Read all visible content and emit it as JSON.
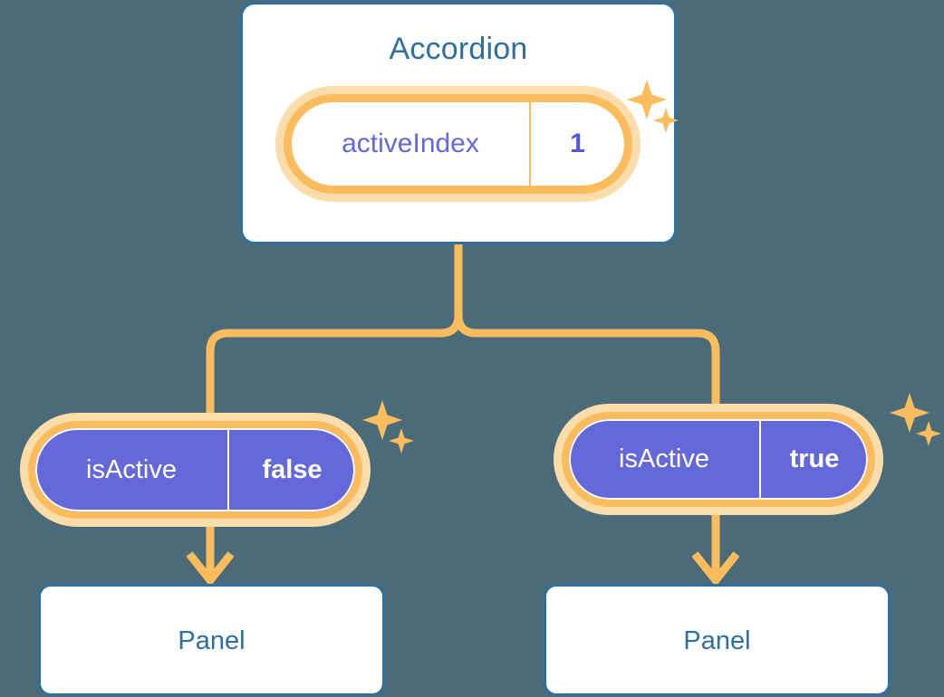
{
  "diagram": {
    "type": "react-component-tree",
    "background_color": "#4c6b78",
    "accent_orange": "#fabc5d",
    "accent_orange_soft": "#fbddab",
    "accent_blue": "#2e6f9e",
    "accent_purple": "#6568d9",
    "root": {
      "title": "Accordion",
      "state_chip": {
        "key": "activeIndex",
        "value": "1"
      }
    },
    "children": [
      {
        "prop_chip": {
          "key": "isActive",
          "value": "false"
        },
        "child_title": "Panel"
      },
      {
        "prop_chip": {
          "key": "isActive",
          "value": "true"
        },
        "child_title": "Panel"
      }
    ],
    "icons": {
      "sparkle_large": "sparkle-icon",
      "sparkle_small": "sparkle-icon",
      "arrow_down": "arrow-down-icon"
    }
  }
}
